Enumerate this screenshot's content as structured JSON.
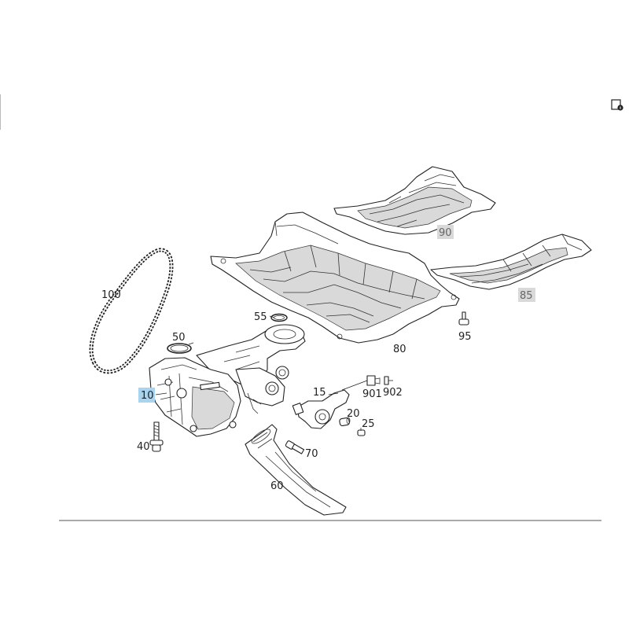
{
  "diagram": {
    "callouts": {
      "c10": "10",
      "c15": "15",
      "c20": "20",
      "c25": "25",
      "c40": "40",
      "c50": "50",
      "c55": "55",
      "c60": "60",
      "c70": "70",
      "c80": "80",
      "c85": "85",
      "c90": "90",
      "c95": "95",
      "c100": "100",
      "c901": "901",
      "c902": "902"
    },
    "highlight_color": "#a8d4ef",
    "secondary_label_color": "#d9d9d9"
  },
  "toolbar": {
    "info_icon": "document-info-icon"
  }
}
